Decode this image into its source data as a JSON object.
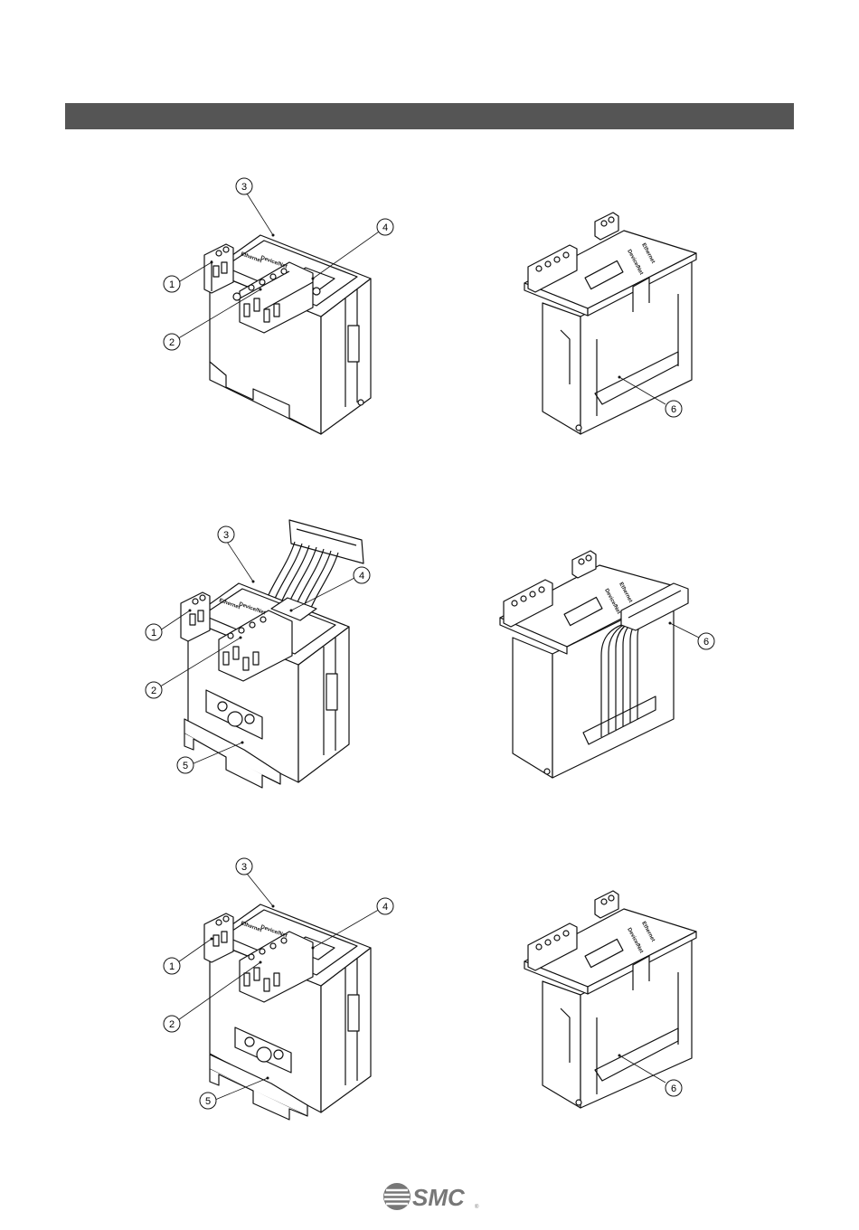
{
  "page": {
    "header_bar_color": "#555555",
    "header_title": ""
  },
  "figures": [
    {
      "id": "unit-front-1",
      "callouts": [
        "1",
        "2",
        "3",
        "4"
      ],
      "device_text": [
        "Ethernet",
        "Device/Net"
      ]
    },
    {
      "id": "unit-rear-1",
      "callouts": [
        "6"
      ],
      "device_text": [
        "Ethernet",
        "Device/Net"
      ]
    },
    {
      "id": "unit-front-2",
      "callouts": [
        "1",
        "2",
        "3",
        "4",
        "5"
      ],
      "device_text": [
        "Ethernet",
        "Device/Net"
      ]
    },
    {
      "id": "unit-rear-2",
      "callouts": [
        "6"
      ],
      "device_text": [
        "Ethernet",
        "Device/Net"
      ]
    },
    {
      "id": "unit-front-3",
      "callouts": [
        "1",
        "2",
        "3",
        "4",
        "5"
      ],
      "device_text": [
        "Ethernet",
        "Device/Net"
      ]
    },
    {
      "id": "unit-rear-3",
      "callouts": [
        "6"
      ],
      "device_text": [
        "Ethernet",
        "Device/Net"
      ]
    }
  ],
  "footer": {
    "logo_text": "SMC",
    "logo_mark": "®",
    "logo_color": "#777777"
  }
}
